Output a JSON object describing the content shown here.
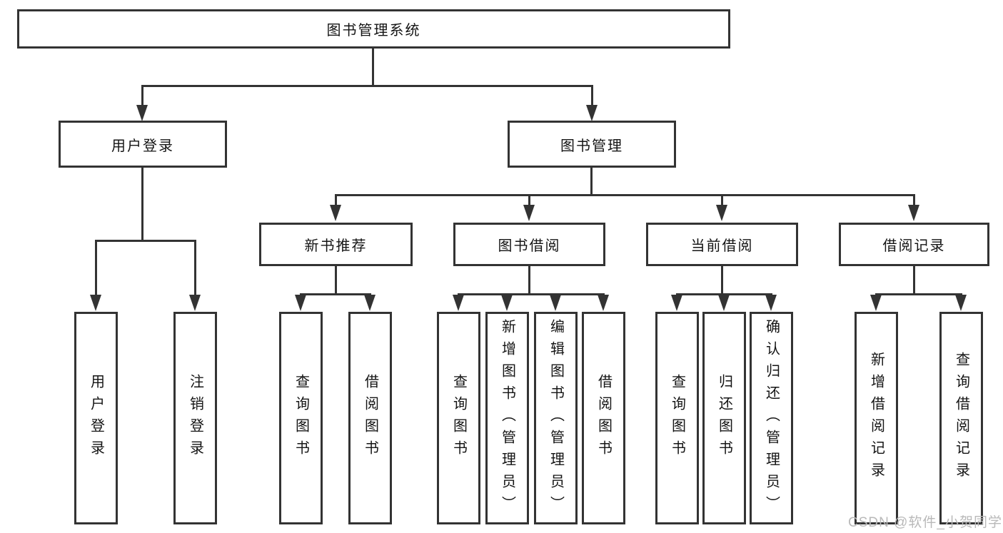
{
  "tree": {
    "label": "图书管理系统",
    "children": [
      {
        "label": "用户登录",
        "children": [
          {
            "label": "用户登录"
          },
          {
            "label": "注销登录"
          }
        ]
      },
      {
        "label": "图书管理",
        "children": [
          {
            "label": "新书推荐",
            "children": [
              {
                "label": "查询图书"
              },
              {
                "label": "借阅图书"
              }
            ]
          },
          {
            "label": "图书借阅",
            "children": [
              {
                "label": "查询图书"
              },
              {
                "label": "新增图书（管理员）"
              },
              {
                "label": "编辑图书（管理员）"
              },
              {
                "label": "借阅图书"
              }
            ]
          },
          {
            "label": "当前借阅",
            "children": [
              {
                "label": "查询图书"
              },
              {
                "label": "归还图书"
              },
              {
                "label": "确认归还（管理员）"
              }
            ]
          },
          {
            "label": "借阅记录",
            "children": [
              {
                "label": "新增借阅记录"
              },
              {
                "label": "查询借阅记录"
              }
            ]
          }
        ]
      }
    ]
  },
  "watermark": {
    "text": "CSDN @软件_小贺同学"
  },
  "colors": {
    "line": "#333333",
    "node_border": "#333333",
    "node_text": "#141414",
    "watermark_text": "#b9b9b9",
    "background": "#ffffff"
  }
}
